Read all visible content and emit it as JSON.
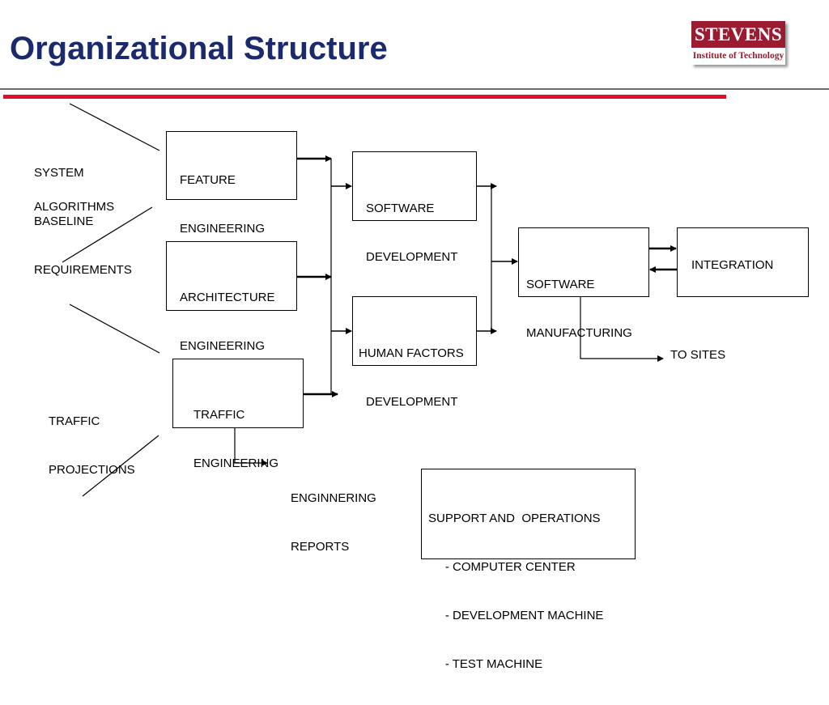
{
  "slide": {
    "title": "Organizational Structure",
    "logo": {
      "name": "STEVENS",
      "subtitle": "Institute of Technology"
    }
  },
  "inputs": {
    "system_baseline": [
      "SYSTEM",
      "BASELINE",
      "REQUIREMENTS"
    ],
    "algorithms": "ALGORITHMS",
    "traffic_projections": [
      "TRAFFIC",
      "PROJECTIONS"
    ]
  },
  "boxes": {
    "feature": [
      "FEATURE",
      "ENGINEERING"
    ],
    "architecture": [
      "ARCHITECTURE",
      "ENGINEERING"
    ],
    "traffic": [
      "TRAFFIC",
      "ENGINEERING"
    ],
    "software_dev": [
      "SOFTWARE",
      "DEVELOPMENT"
    ],
    "human_factors": [
      "HUMAN FACTORS",
      "DEVELOPMENT"
    ],
    "manufacturing": [
      "SOFTWARE",
      "MANUFACTURING"
    ],
    "integration": "INTEGRATION",
    "support": [
      "SUPPORT AND  OPERATIONS",
      "     - COMPUTER CENTER",
      "     - DEVELOPMENT MACHINE",
      "     - TEST MACHINE"
    ]
  },
  "outputs": {
    "to_sites": "TO SITES",
    "engineering_reports": [
      "ENGINNERING",
      "REPORTS"
    ]
  }
}
